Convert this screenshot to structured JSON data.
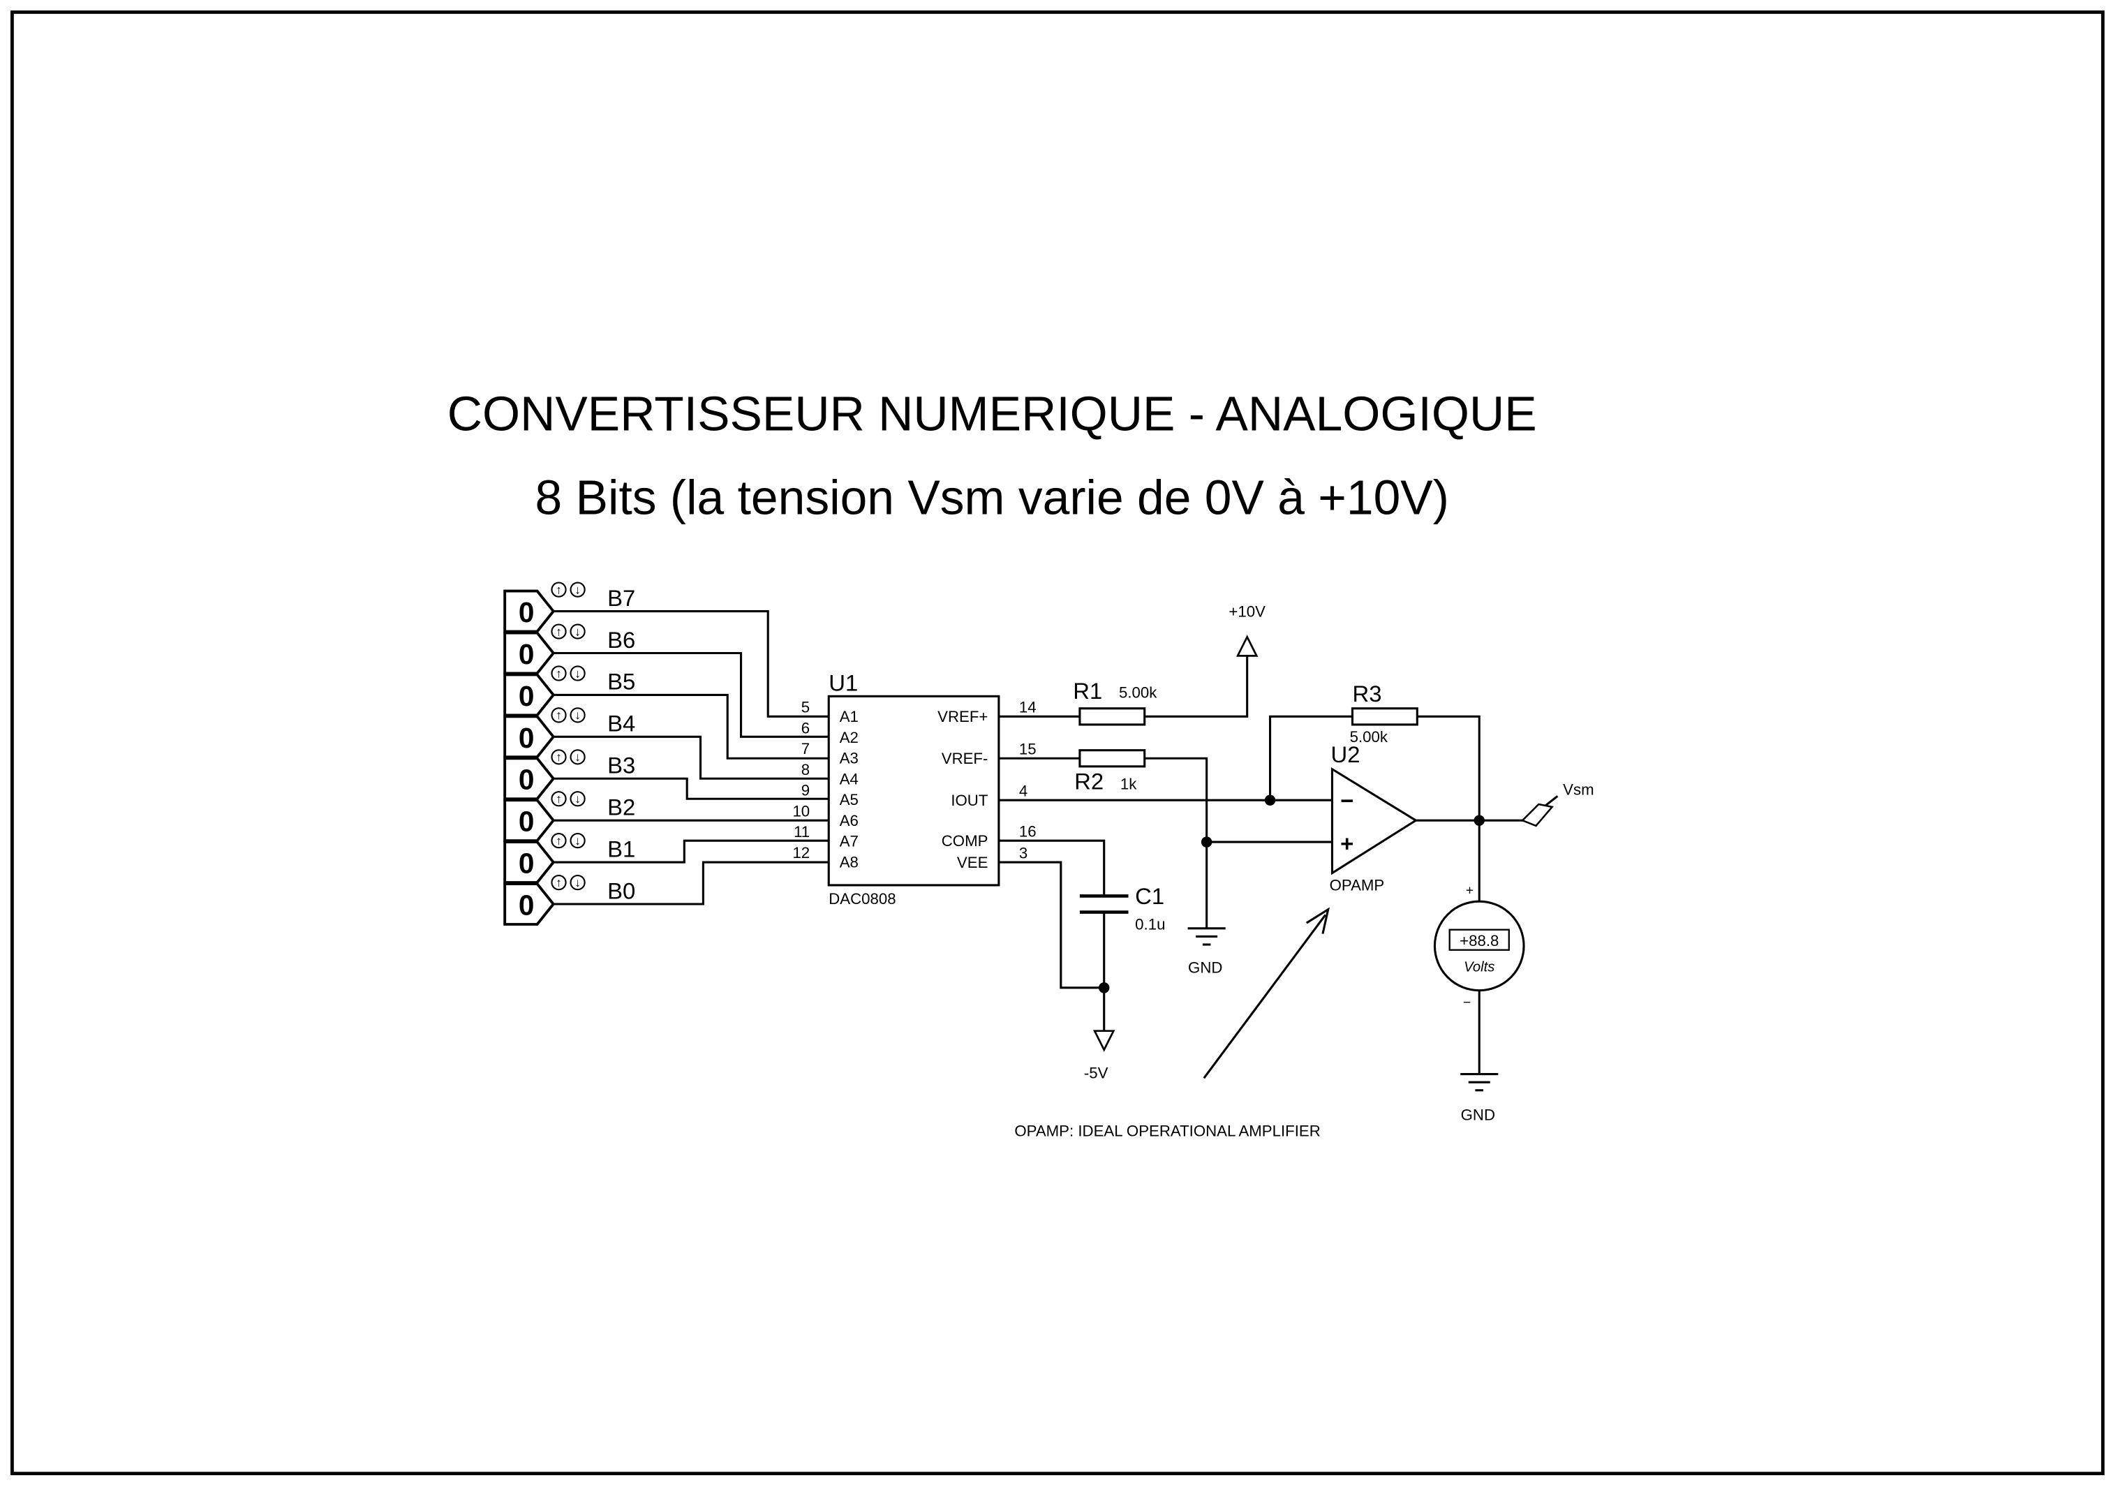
{
  "title": {
    "line1": "CONVERTISSEUR NUMERIQUE - ANALOGIQUE",
    "line2": "8 Bits  (la tension Vsm varie de 0V à +10V)"
  },
  "inputs": [
    {
      "label": "B7",
      "value": "0"
    },
    {
      "label": "B6",
      "value": "0"
    },
    {
      "label": "B5",
      "value": "0"
    },
    {
      "label": "B4",
      "value": "0"
    },
    {
      "label": "B3",
      "value": "0"
    },
    {
      "label": "B2",
      "value": "0"
    },
    {
      "label": "B1",
      "value": "0"
    },
    {
      "label": "B0",
      "value": "0"
    }
  ],
  "u1": {
    "ref": "U1",
    "part": "DAC0808",
    "left_pins": [
      {
        "num": "5",
        "name": "A1"
      },
      {
        "num": "6",
        "name": "A2"
      },
      {
        "num": "7",
        "name": "A3"
      },
      {
        "num": "8",
        "name": "A4"
      },
      {
        "num": "9",
        "name": "A5"
      },
      {
        "num": "10",
        "name": "A6"
      },
      {
        "num": "11",
        "name": "A7"
      },
      {
        "num": "12",
        "name": "A8"
      }
    ],
    "right_pins": [
      {
        "num": "14",
        "name": "VREF+"
      },
      {
        "num": "15",
        "name": "VREF-"
      },
      {
        "num": "4",
        "name": "IOUT"
      },
      {
        "num": "16",
        "name": "COMP"
      },
      {
        "num": "3",
        "name": "VEE"
      }
    ]
  },
  "r1": {
    "ref": "R1",
    "value": "5.00k"
  },
  "r2": {
    "ref": "R2",
    "value": "1k"
  },
  "r3": {
    "ref": "R3",
    "value": "5.00k"
  },
  "c1": {
    "ref": "C1",
    "value": "0.1u"
  },
  "u2": {
    "ref": "U2",
    "part": "OPAMP",
    "minus": "−",
    "plus": "+"
  },
  "power": {
    "vplus": "+10V",
    "vminus": "-5V",
    "gnd1": "GND",
    "gnd2": "GND"
  },
  "output": {
    "label": "Vsm"
  },
  "voltmeter": {
    "display": "+88.8",
    "unit": "Volts",
    "plus": "+",
    "minus": "−"
  },
  "note": "OPAMP: IDEAL OPERATIONAL AMPLIFIER"
}
